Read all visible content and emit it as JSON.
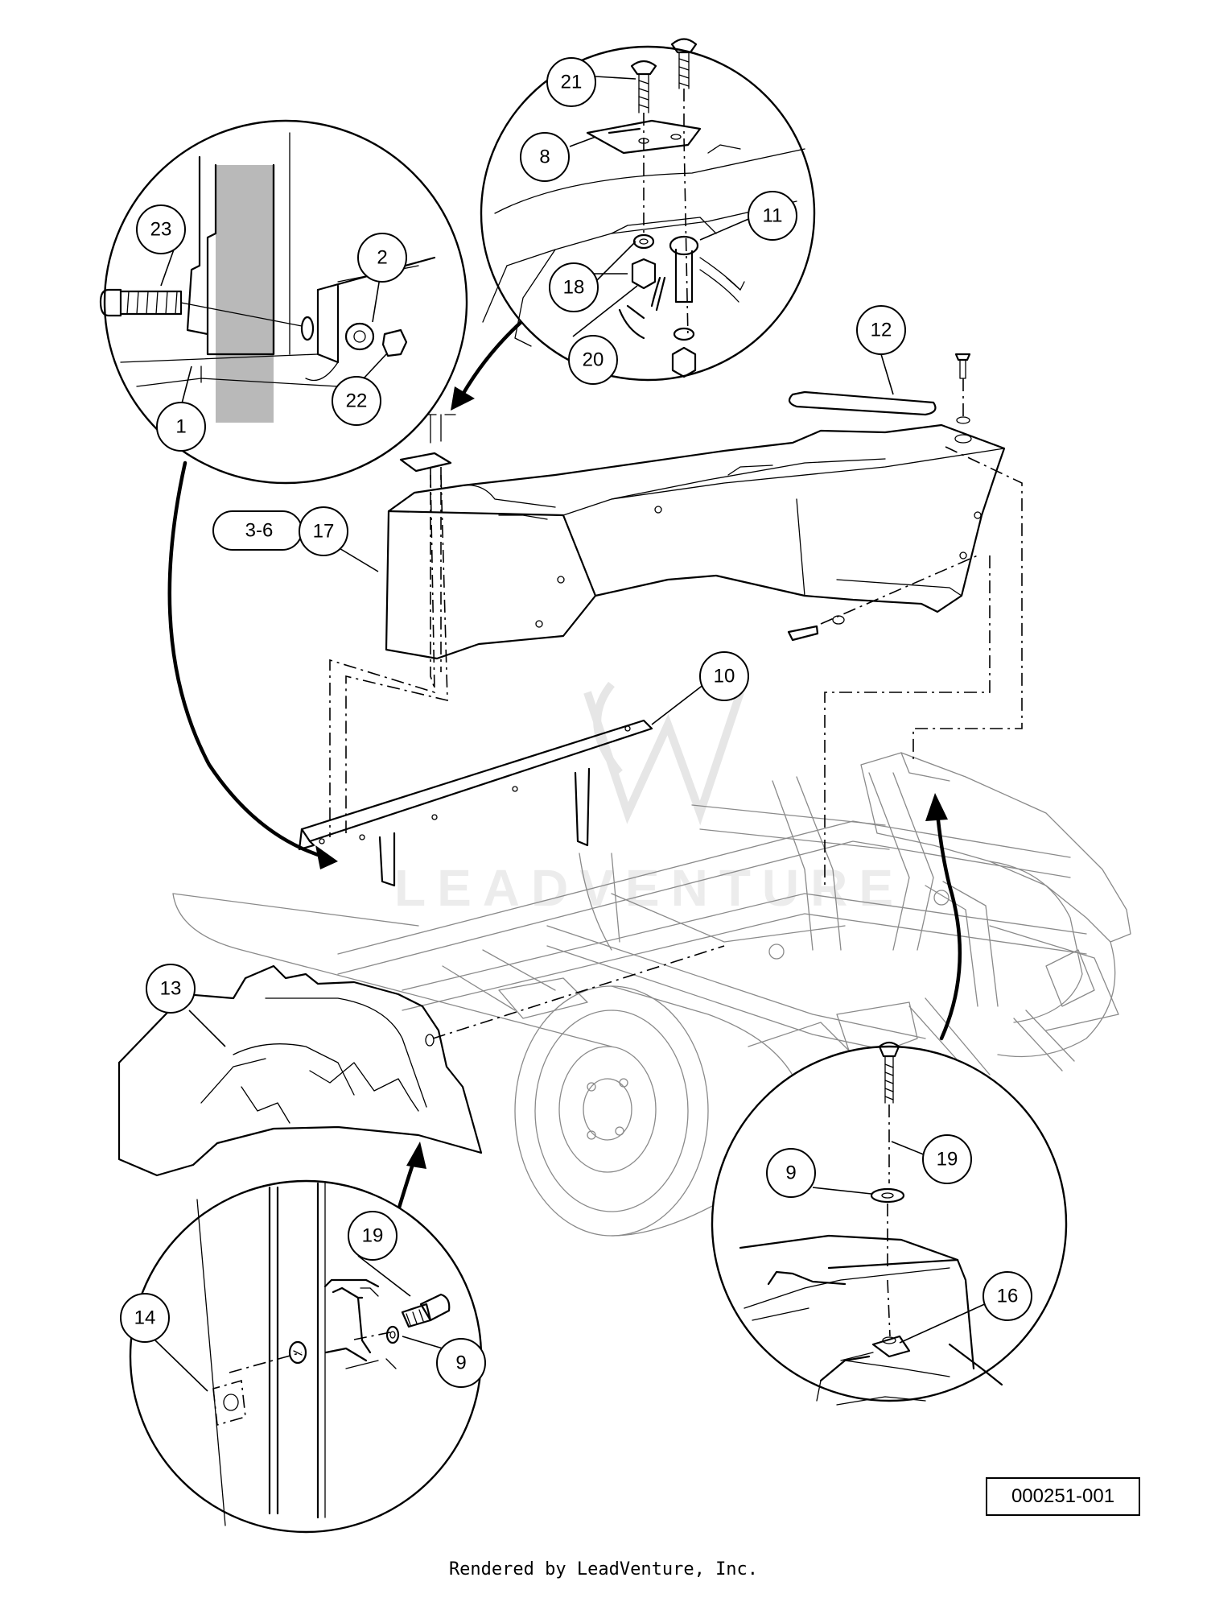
{
  "diagram": {
    "callouts": {
      "c1": "1",
      "c2": "2",
      "c8": "8",
      "c9a": "9",
      "c9b": "9",
      "c10": "10",
      "c11": "11",
      "c12": "12",
      "c13": "13",
      "c14": "14",
      "c16": "16",
      "c17": "17",
      "c18": "18",
      "c19a": "19",
      "c19b": "19",
      "c20": "20",
      "c21": "21",
      "c22": "22",
      "c23": "23",
      "ref": "3-6"
    },
    "document_number": "000251-001",
    "credit": "Rendered by LeadVenture, Inc.",
    "watermark": "LEADVENTURE"
  }
}
